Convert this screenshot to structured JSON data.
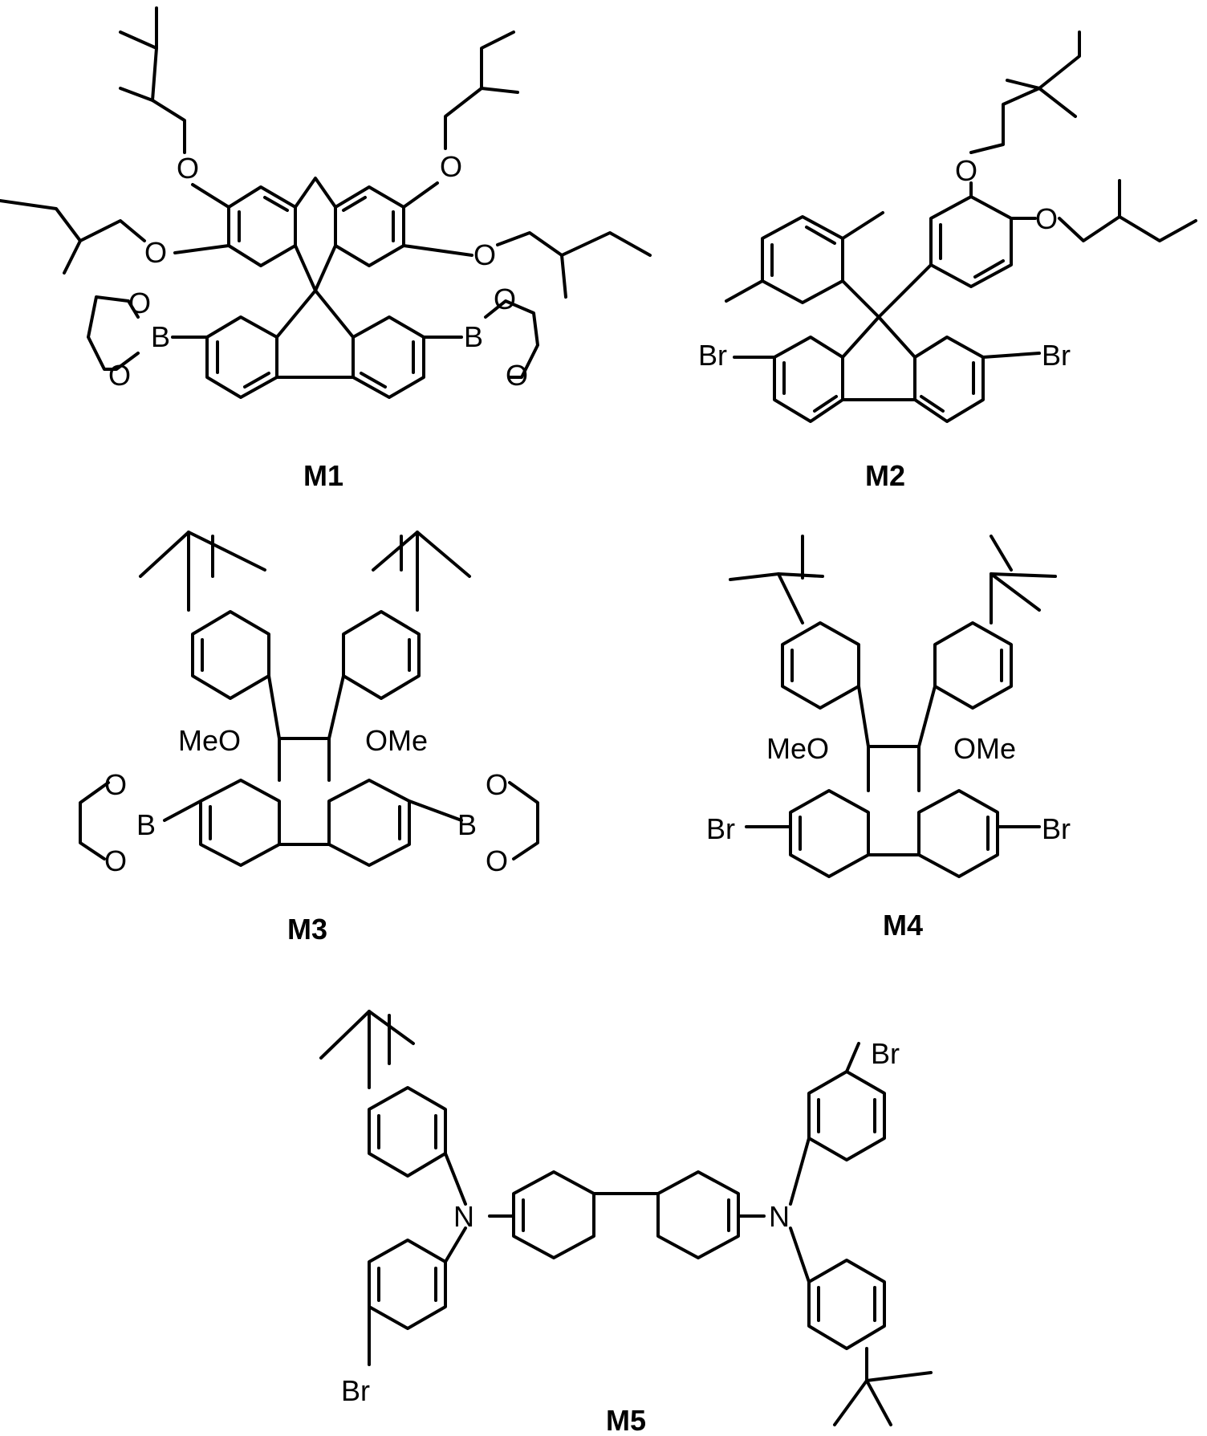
{
  "compounds": [
    {
      "id": "m1",
      "label": "M1"
    },
    {
      "id": "m2",
      "label": "M2"
    },
    {
      "id": "m3",
      "label": "M3"
    },
    {
      "id": "m4",
      "label": "M4"
    },
    {
      "id": "m5",
      "label": "M5"
    }
  ],
  "atoms": {
    "O": "O",
    "B": "B",
    "Br": "Br",
    "N": "N",
    "MeO": "MeO",
    "OMe": "OMe"
  }
}
